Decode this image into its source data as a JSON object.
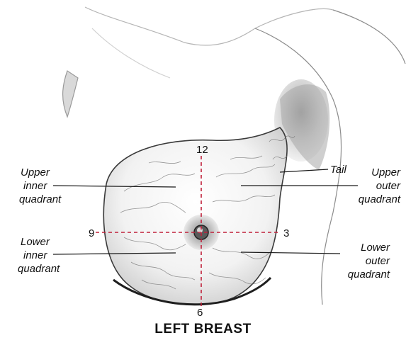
{
  "labels": {
    "upper_inner": [
      "Upper",
      "inner",
      "quadrant"
    ],
    "lower_inner": [
      "Lower",
      "inner",
      "quadrant"
    ],
    "upper_outer": [
      "Upper",
      "outer",
      "quadrant"
    ],
    "lower_outer": [
      "Lower",
      "outer",
      "quadrant"
    ],
    "tail": "Tail"
  },
  "clock": {
    "top": "12",
    "right": "3",
    "bottom": "6",
    "left": "9"
  },
  "title": "LEFT BREAST",
  "colors": {
    "guide_lines": "#c0203a",
    "ink": "#111111"
  }
}
